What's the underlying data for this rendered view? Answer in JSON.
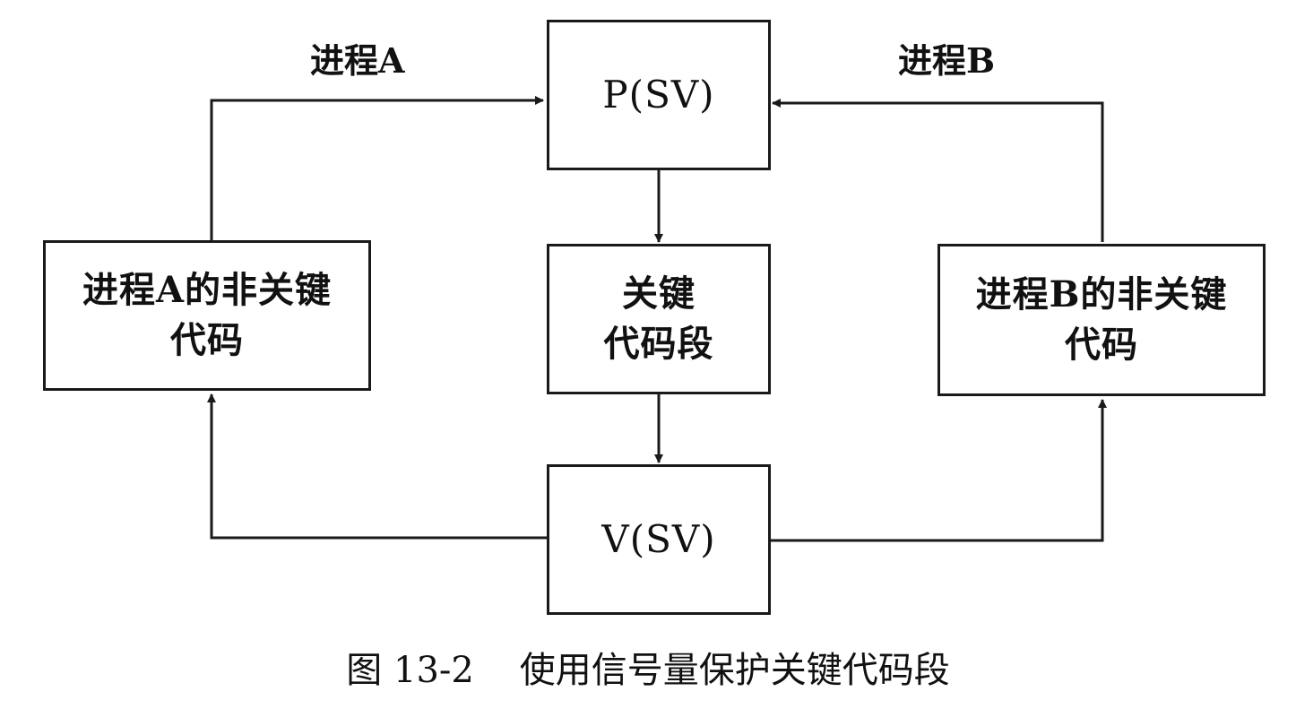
{
  "boxes": {
    "p": "P(SV)",
    "critical": [
      "关键",
      "代码段"
    ],
    "v": "V(SV)",
    "noncritical_a": [
      "进程A的非关键",
      "代码"
    ],
    "noncritical_b": [
      "进程B的非关键",
      "代码"
    ]
  },
  "process_labels": {
    "a": "进程A",
    "b": "进程B"
  },
  "caption": "图 13-2    使用信号量保护关键代码段",
  "colors": {
    "line": "#1a1a1a",
    "background": "#ffffff"
  }
}
